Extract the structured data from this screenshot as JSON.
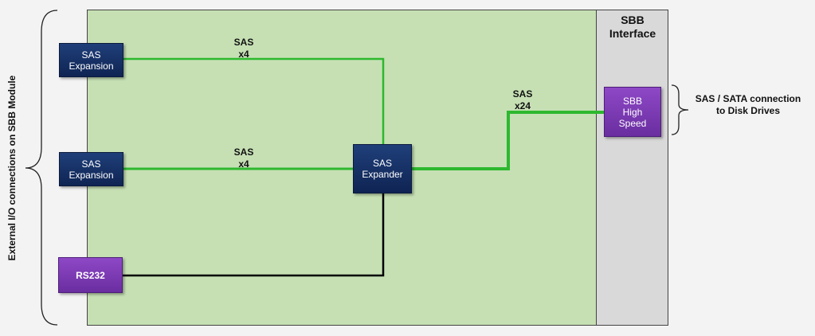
{
  "external_io_label": "External I/O connections on SBB Module",
  "sbb_interface_title": "SBB\nInterface",
  "blocks": {
    "sas_expansion_1": "SAS\nExpansion",
    "sas_expansion_2": "SAS\nExpansion",
    "rs232": "RS232",
    "sas_expander": "SAS\nExpander",
    "sbb_high_speed": "SBB\nHigh\nSpeed"
  },
  "links": {
    "top_label": "SAS\nx4",
    "middle_label": "SAS\nx4",
    "uplink_label": "SAS\nx24"
  },
  "disk_note": "SAS / SATA connection\nto Disk Drives",
  "colors": {
    "board_fill": "#c6e0b4",
    "interface_fill": "#d9d9d9",
    "sas_link": "#2eb82e",
    "serial_link": "#000000",
    "navy_block": "#1f3f7a",
    "purple_block": "#7b3db5"
  }
}
